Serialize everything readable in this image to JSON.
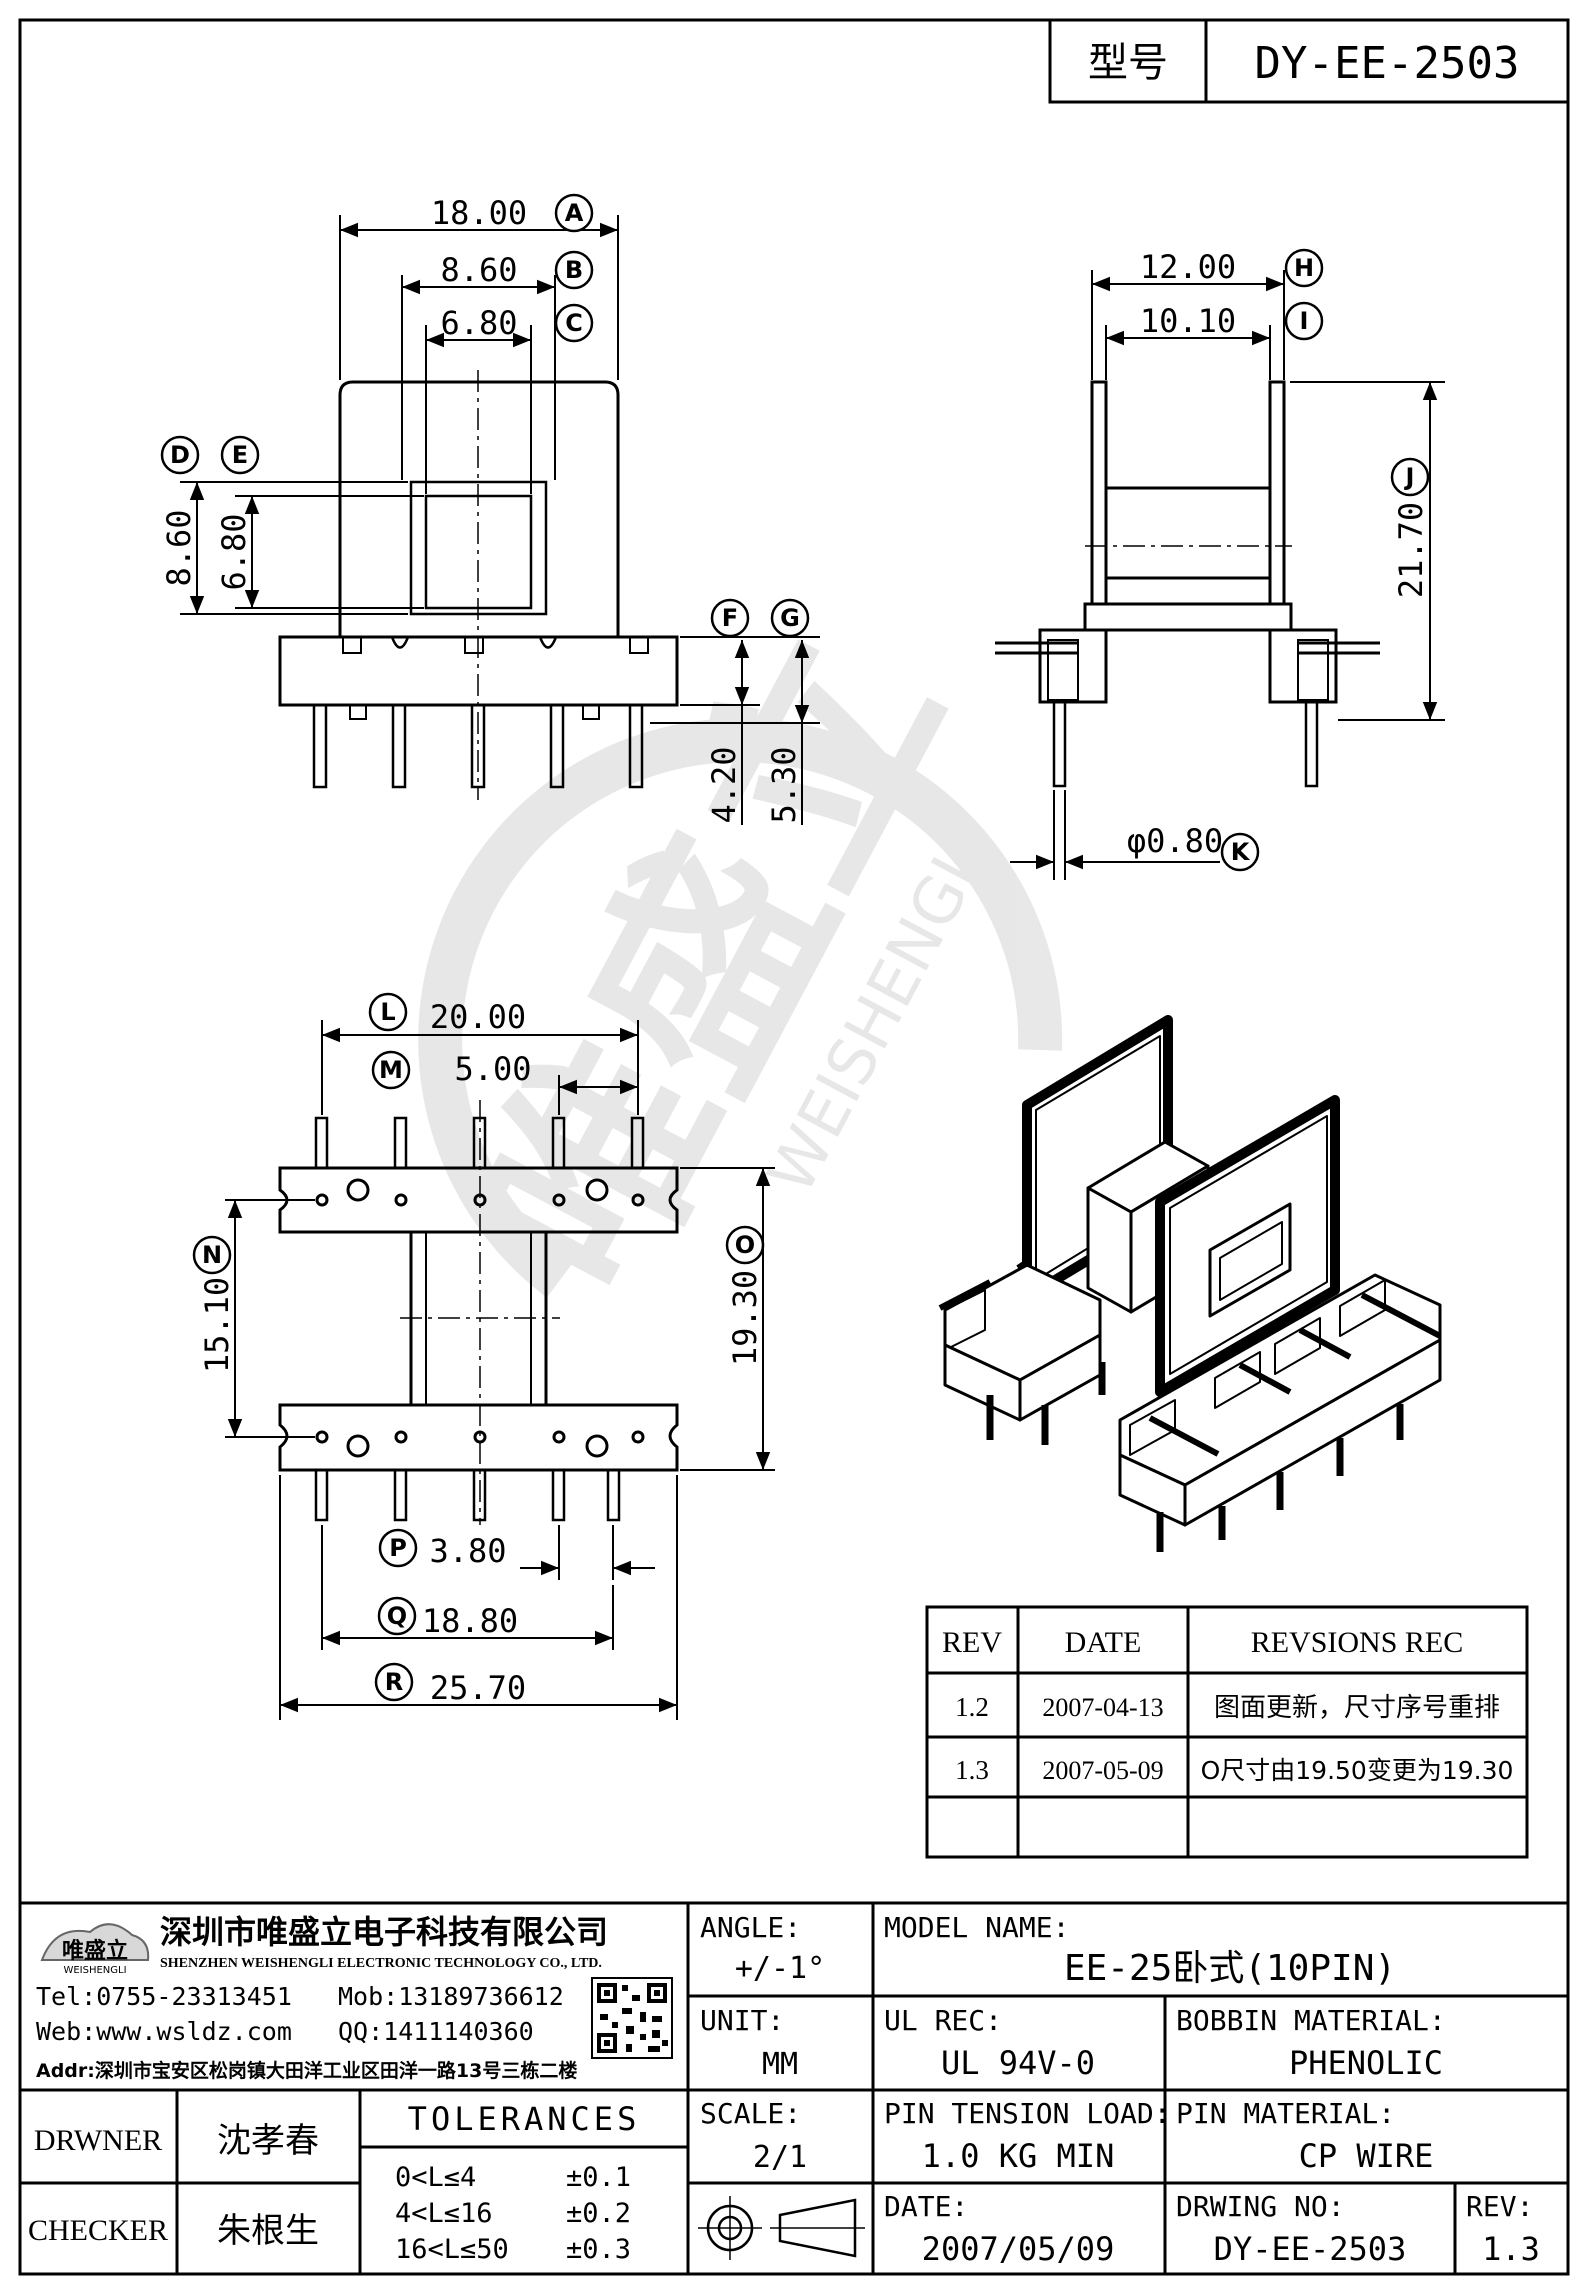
{
  "part_no": {
    "label": "型号",
    "value": "DY-EE-2503"
  },
  "dims": {
    "A": "18.00",
    "B": "8.60",
    "C": "6.80",
    "D": "8.60",
    "E": "6.80",
    "F": "4.20",
    "G": "5.30",
    "H": "12.00",
    "I": "10.10",
    "J": "21.70",
    "K": "φ0.80",
    "L": "20.00",
    "M": "5.00",
    "N": "15.10",
    "O": "19.30",
    "P": "3.80",
    "Q": "18.80",
    "R": "25.70"
  },
  "letters": [
    "A",
    "B",
    "C",
    "D",
    "E",
    "F",
    "G",
    "H",
    "I",
    "J",
    "K",
    "L",
    "M",
    "N",
    "O",
    "P",
    "Q",
    "R"
  ],
  "watermark": {
    "cn": "唯盛立",
    "en": "WEISHENGLI"
  },
  "revisions": {
    "headers": [
      "REV",
      "DATE",
      "REVSIONS REC"
    ],
    "rows": [
      {
        "rev": "1.2",
        "date": "2007-04-13",
        "rec": "图面更新，尺寸序号重排"
      },
      {
        "rev": "1.3",
        "date": "2007-05-09",
        "rec": "O尺寸由19.50变更为19.30"
      }
    ]
  },
  "company": {
    "logo_text": "唯盛立",
    "logo_sub": "WEISHENGLI",
    "name_cn": "深圳市唯盛立电子科技有限公司",
    "name_en": "SHENZHEN WEISHENGLI ELECTRONIC TECHNOLOGY CO., LTD.",
    "tel": "Tel:0755-23313451",
    "mob": "Mob:13189736612",
    "web": "Web:www.wsldz.com",
    "qq": "QQ:1411140360",
    "addr": "Addr:深圳市宝安区松岗镇大田洋工业区田洋一路13号三栋二楼"
  },
  "title_block": {
    "angle_label": "ANGLE:",
    "angle_value": "+/-1°",
    "model_label": "MODEL NAME:",
    "model_value": "EE-25卧式(10PIN)",
    "unit_label": "UNIT:",
    "unit_value": "MM",
    "ul_label": "UL REC:",
    "ul_value": "UL 94V-0",
    "bobbin_label": "BOBBIN MATERIAL:",
    "bobbin_value": "PHENOLIC",
    "scale_label": "SCALE:",
    "scale_value": "2/1",
    "tension_label": "PIN TENSION LOAD:",
    "tension_value": "1.0 KG MIN",
    "pinmat_label": "PIN MATERIAL:",
    "pinmat_value": "CP WIRE",
    "date_label": "DATE:",
    "date_value": "2007/05/09",
    "drwno_label": "DRWING NO:",
    "drwno_value": "DY-EE-2503",
    "rev_label": "REV:",
    "rev_value": "1.3",
    "drawer_label": "DRWNER",
    "drawer_name": "沈孝春",
    "checker_label": "CHECKER",
    "checker_name": "朱根生",
    "tol_title": "TOLERANCES",
    "tol_rows": [
      {
        "range": "0<L≤4",
        "val": "±0.1"
      },
      {
        "range": "4<L≤16",
        "val": "±0.2"
      },
      {
        "range": "16<L≤50",
        "val": "±0.3"
      }
    ]
  }
}
